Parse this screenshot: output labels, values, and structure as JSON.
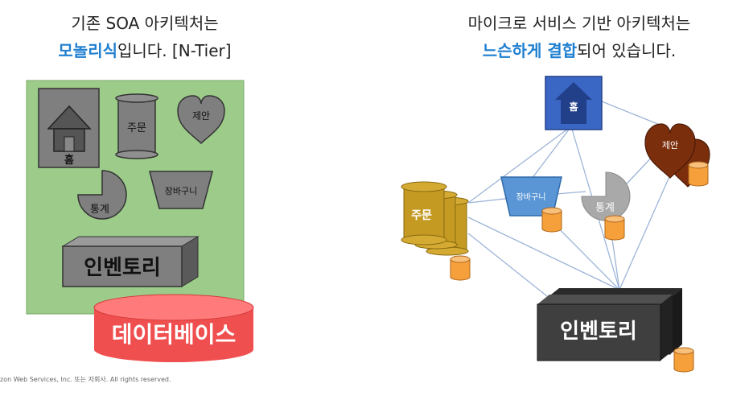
{
  "left": {
    "heading_line1": "기존 SOA 아키텍처는",
    "heading_accent": "모놀리식",
    "heading_rest": "입니다. [N-Tier]",
    "home_label": "홈",
    "order_label": "주문",
    "recommend_label": "제안",
    "stats_label": "통계",
    "cart_label": "장바구니",
    "inventory_label": "인벤토리",
    "database_label": "데이터베이스"
  },
  "right": {
    "heading_line1": "마이크로 서비스 기반 아키텍처는",
    "heading_accent": "느슨하게 결합",
    "heading_rest": "되어 있습니다.",
    "home_label": "홈",
    "order_label": "주문",
    "recommend_label": "제안",
    "stats_label": "통계",
    "cart_label": "장바구니",
    "inventory_label": "인벤토리"
  },
  "footer": {
    "copyright": "zon Web Services, Inc. 또는 자회사. All rights reserved."
  },
  "colors": {
    "monolith_bg": "#9ccb8a",
    "gray_service": "#7f7f7f",
    "database_red": "#f04f4f",
    "home_blue": "#3a66c4",
    "order_gold": "#c49a22",
    "recommend_brown": "#7b2e0c",
    "cart_blue": "#5a96d6",
    "db_orange": "#f5a03a",
    "connector": "#9db4d8",
    "inventory_dark": "#3a3a3a"
  }
}
